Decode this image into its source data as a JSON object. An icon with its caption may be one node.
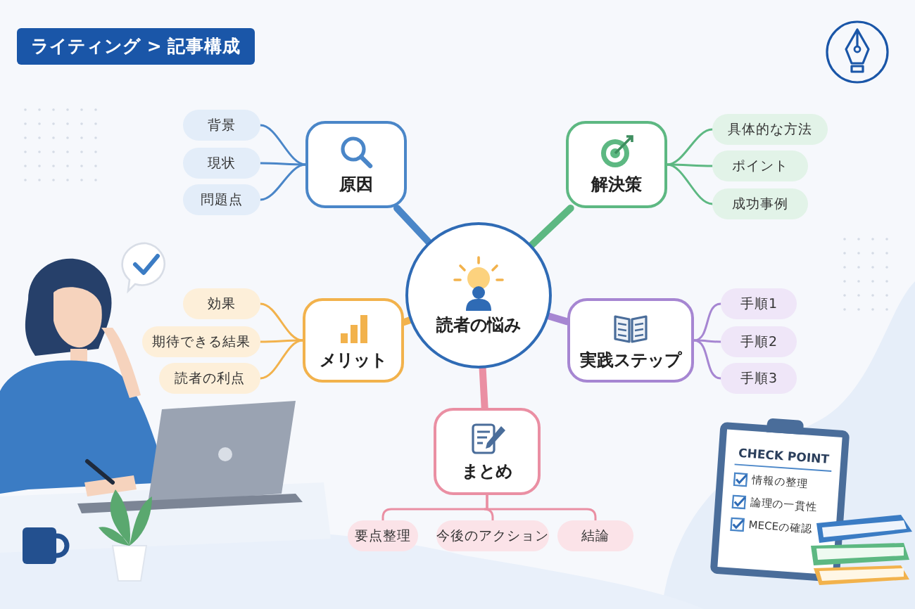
{
  "diagram": {
    "title": "ライティング > 記事構成",
    "nodes": [
      {
        "text": [
          "読者の悩み"
        ]
      },
      {
        "text": [
          "原因"
        ]
      },
      {
        "text": [
          "背景"
        ]
      },
      {
        "text": [
          "現状"
        ]
      },
      {
        "text": [
          "問題点"
        ]
      },
      {
        "text": [
          "解決策"
        ]
      },
      {
        "text": [
          "具体的な方法"
        ]
      },
      {
        "text": [
          "ポイント"
        ]
      },
      {
        "text": [
          "成功事例"
        ]
      },
      {
        "text": [
          "メリット"
        ]
      },
      {
        "text": [
          "効果"
        ]
      },
      {
        "text": [
          "期待できる結果"
        ]
      },
      {
        "text": [
          "読者の利点"
        ]
      },
      {
        "text": [
          "実践ステップ"
        ]
      },
      {
        "text": [
          "手順1"
        ]
      },
      {
        "text": [
          "手順2"
        ]
      },
      {
        "text": [
          "手順3"
        ]
      },
      {
        "text": [
          "まとめ"
        ]
      },
      {
        "text": [
          "要点整理"
        ]
      },
      {
        "text": [
          "今後のアクション"
        ]
      },
      {
        "text": [
          "結論"
        ]
      },
      {
        "text": [
          "CHECK POINT",
          "情報の整理",
          "論理の一貫性",
          "MECEの確認"
        ]
      }
    ],
    "edges": [
      {
        "from": 0,
        "to": 1,
        "arrow": "none",
        "style": "thick",
        "color": "#4a86c8"
      },
      {
        "from": 0,
        "to": 5,
        "arrow": "none",
        "style": "thick",
        "color": "#5db882"
      },
      {
        "from": 0,
        "to": 9,
        "arrow": "none",
        "style": "thick",
        "color": "#f2b24c"
      },
      {
        "from": 0,
        "to": 13,
        "arrow": "none",
        "style": "thick",
        "color": "#a686d2"
      },
      {
        "from": 0,
        "to": 17,
        "arrow": "none",
        "style": "thick",
        "color": "#ea8fa3"
      },
      {
        "from": 1,
        "to": 2,
        "arrow": "none",
        "color": "#4a86c8"
      },
      {
        "from": 1,
        "to": 3,
        "arrow": "none",
        "color": "#4a86c8"
      },
      {
        "from": 1,
        "to": 4,
        "arrow": "none",
        "color": "#4a86c8"
      },
      {
        "from": 5,
        "to": 6,
        "arrow": "none",
        "color": "#5db882"
      },
      {
        "from": 5,
        "to": 7,
        "arrow": "none",
        "color": "#5db882"
      },
      {
        "from": 5,
        "to": 8,
        "arrow": "none",
        "color": "#5db882"
      },
      {
        "from": 9,
        "to": 10,
        "arrow": "none",
        "color": "#f2b24c"
      },
      {
        "from": 9,
        "to": 11,
        "arrow": "none",
        "color": "#f2b24c"
      },
      {
        "from": 9,
        "to": 12,
        "arrow": "none",
        "color": "#f2b24c"
      },
      {
        "from": 13,
        "to": 14,
        "arrow": "none",
        "color": "#a686d2"
      },
      {
        "from": 13,
        "to": 15,
        "arrow": "none",
        "color": "#a686d2"
      },
      {
        "from": 13,
        "to": 16,
        "arrow": "none",
        "color": "#a686d2"
      },
      {
        "from": 17,
        "to": 18,
        "arrow": "none",
        "color": "#ea8fa3"
      },
      {
        "from": 17,
        "to": 19,
        "arrow": "none",
        "color": "#ea8fa3"
      },
      {
        "from": 17,
        "to": 20,
        "arrow": "none",
        "color": "#ea8fa3"
      }
    ]
  }
}
